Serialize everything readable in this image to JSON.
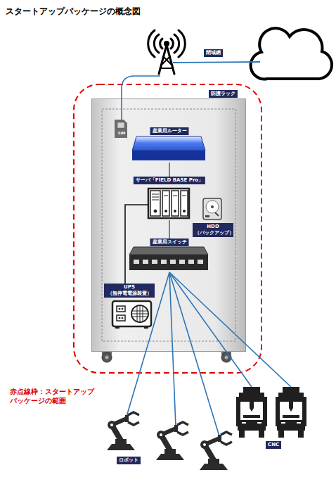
{
  "diagram": {
    "title": "スタートアップパッケージの概念図",
    "nodes": [
      {
        "text": [
          "閉域網"
        ]
      },
      {
        "text": [
          "防護ラック"
        ]
      },
      {
        "text": [
          "SIM"
        ],
        "in": 1
      },
      {
        "text": [
          "産業用ルーター"
        ],
        "in": 1
      },
      {
        "text": [
          "サーバ「FIELD BASE Pro」"
        ],
        "in": 1
      },
      {
        "text": [
          "HDD （バックアップ）"
        ],
        "in": 1
      },
      {
        "text": [
          "産業用スイッチ"
        ],
        "in": 1
      },
      {
        "text": [
          "UPS （無停電電源装置）"
        ],
        "in": 1
      },
      {
        "text": [
          "ロボット"
        ]
      },
      {
        "text": [
          "CNC"
        ]
      }
    ],
    "edges": [
      {
        "from": 2,
        "to": 0,
        "arrow": "none"
      },
      {
        "from": 3,
        "to": 4,
        "arrow": "none"
      },
      {
        "from": 4,
        "to": 6,
        "arrow": "none"
      },
      {
        "from": 4,
        "to": 7,
        "arrow": "none"
      },
      {
        "from": 6,
        "to": 8,
        "arrow": "none"
      },
      {
        "from": 6,
        "to": 8,
        "arrow": "none"
      },
      {
        "from": 6,
        "to": 8,
        "arrow": "none"
      },
      {
        "from": 6,
        "to": 9,
        "arrow": "none"
      },
      {
        "from": 6,
        "to": 9,
        "arrow": "none"
      }
    ],
    "labels": [
      "赤点線枠：スタートアップ パッケージの範囲"
    ]
  }
}
